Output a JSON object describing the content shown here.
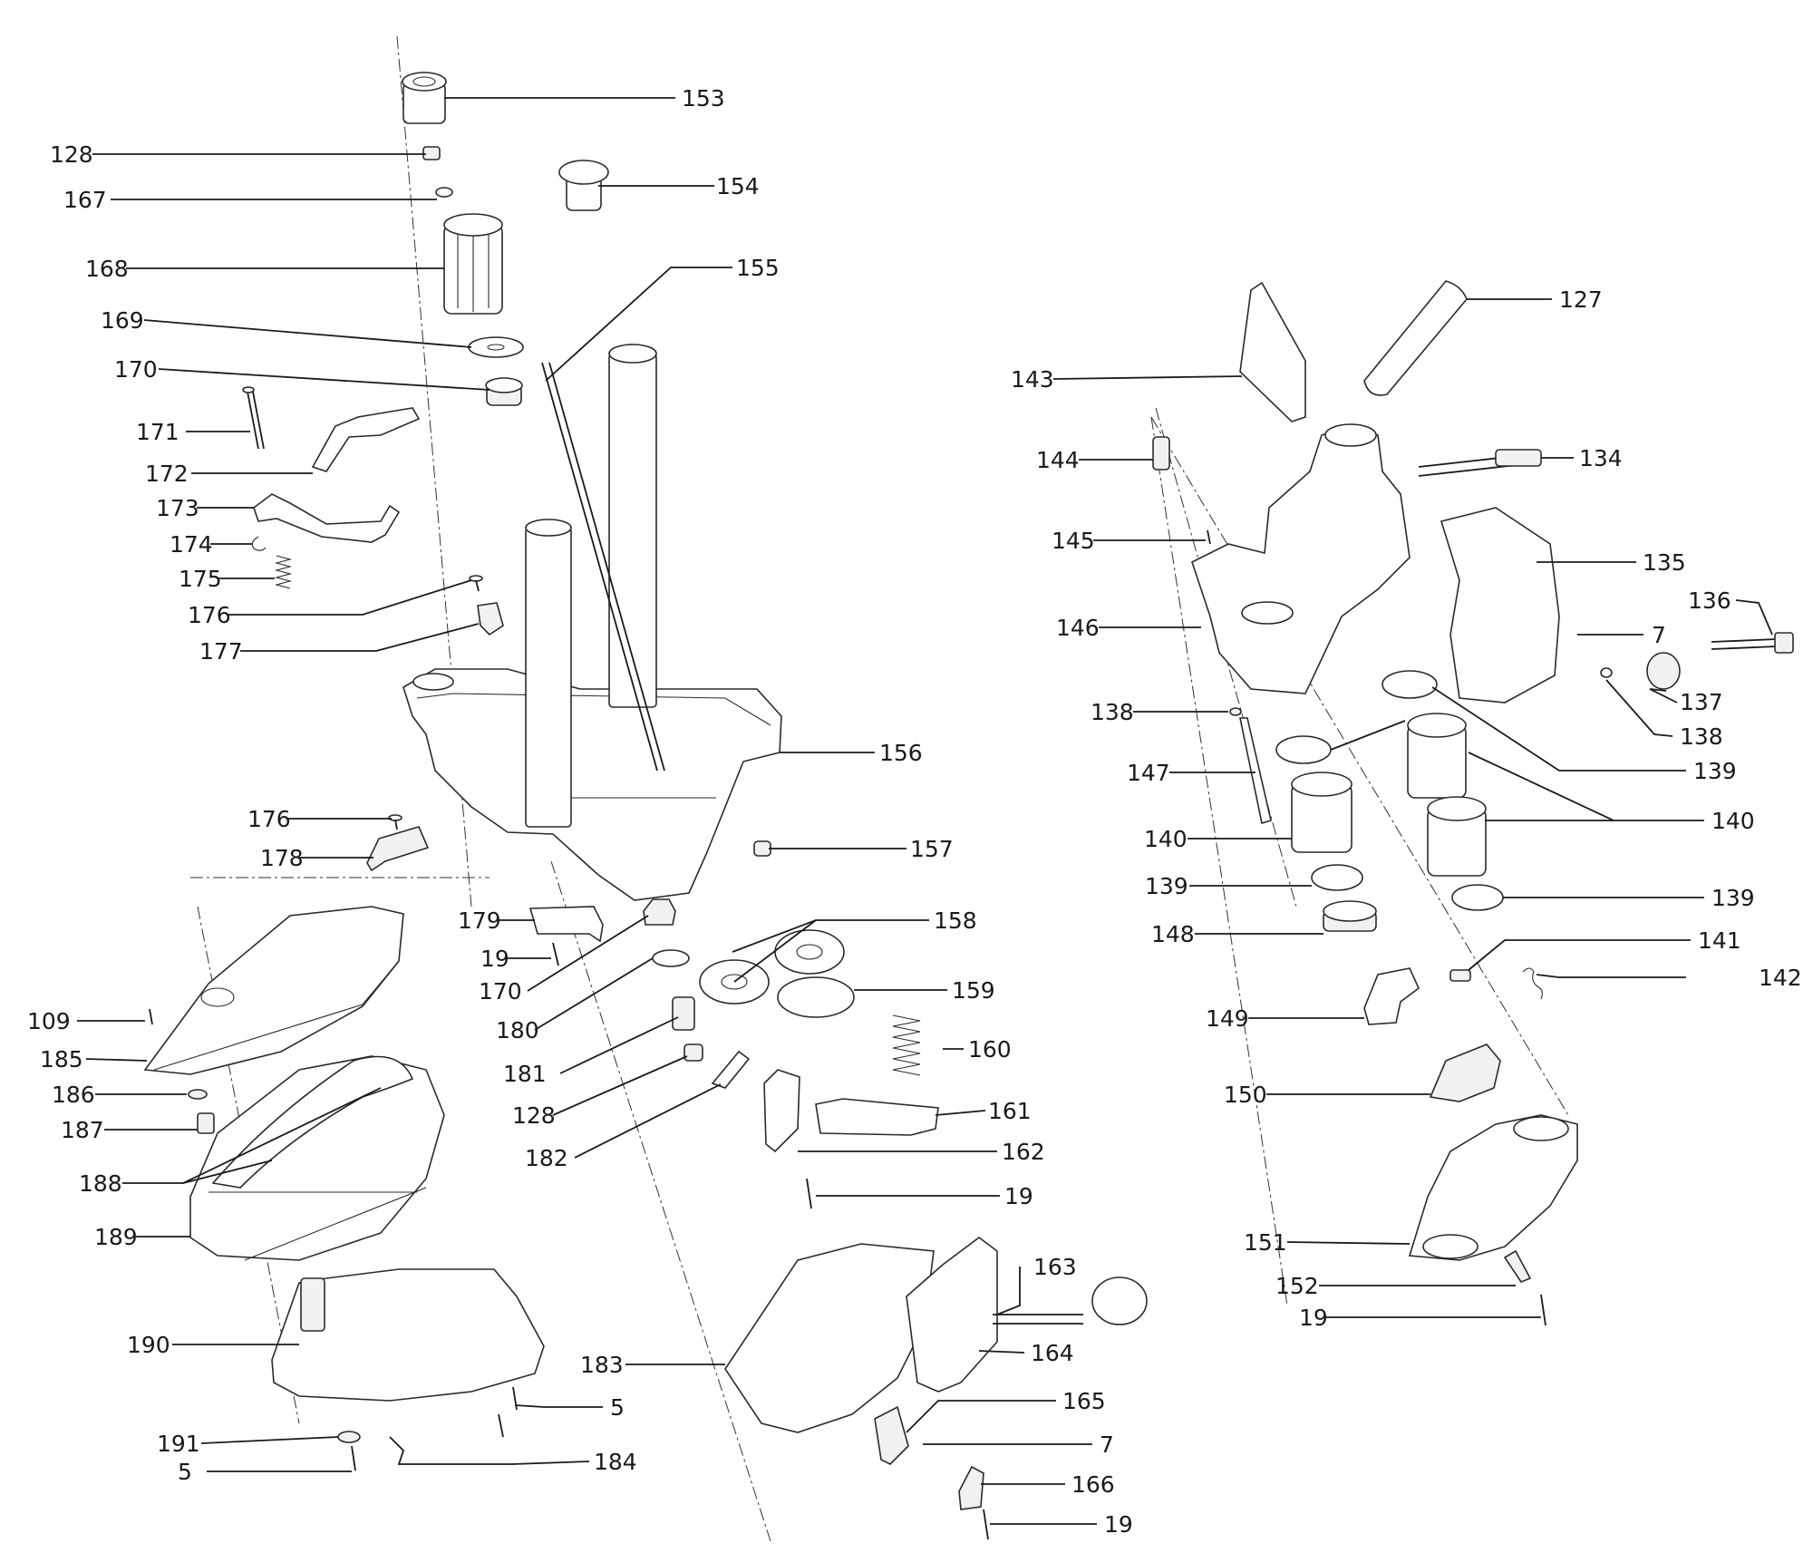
{
  "colors": {
    "ink": "#1a1a1a",
    "background": "#ffffff"
  },
  "labels": [
    "153",
    "128",
    "167",
    "154",
    "168",
    "155",
    "169",
    "170",
    "171",
    "172",
    "173",
    "174",
    "175",
    "176",
    "177",
    "156",
    "157",
    "176",
    "178",
    "179",
    "158",
    "19",
    "170",
    "159",
    "180",
    "181",
    "160",
    "128",
    "182",
    "161",
    "162",
    "19",
    "109",
    "185",
    "186",
    "187",
    "188",
    "189",
    "190",
    "191",
    "5",
    "5",
    "184",
    "163",
    "183",
    "164",
    "165",
    "7",
    "166",
    "19",
    "127",
    "143",
    "144",
    "134",
    "145",
    "135",
    "146",
    "136",
    "7",
    "137",
    "138",
    "138",
    "147",
    "139",
    "140",
    "140",
    "139",
    "139",
    "148",
    "141",
    "142",
    "149",
    "150",
    "151",
    "152",
    "19"
  ]
}
